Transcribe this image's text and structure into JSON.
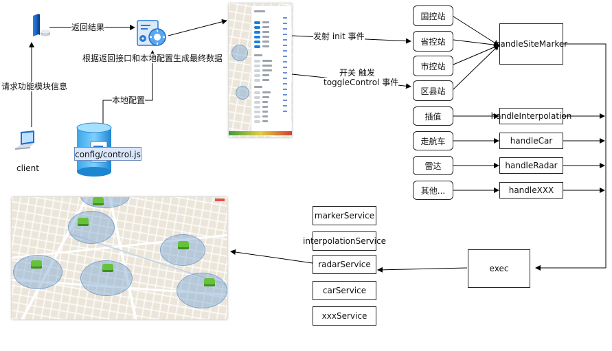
{
  "left": {
    "client_label": "client",
    "request_label": "请求功能模块信息",
    "return_label": "返回结果",
    "merge_label": "根据返回接口和本地配置生成最终数据",
    "local_config_label": "本地配置",
    "config_file": "config/control.js"
  },
  "events": {
    "init_event": "发射 init 事件",
    "toggle_line1": "开关 触发",
    "toggle_line2": "toggleControl 事件"
  },
  "sites": [
    "国控站",
    "省控站",
    "市控站",
    "区县站"
  ],
  "site_handler": "handleSiteMarker",
  "modules": [
    {
      "name": "插值",
      "handler": "handleInterpolation"
    },
    {
      "name": "走航车",
      "handler": "handleCar"
    },
    {
      "name": "雷达",
      "handler": "handleRadar"
    },
    {
      "name": "其他...",
      "handler": "handleXXX"
    }
  ],
  "exec_label": "exec",
  "services": [
    "markerService",
    "interpolationService",
    "radarService",
    "carService",
    "xxxService"
  ],
  "colors": {
    "accent_blue": "#1e7fd8",
    "marker_green": "#66c23a",
    "radar_blue": "#78a5d2"
  },
  "icons": [
    "server-icon",
    "laptop-icon",
    "settings-document-icon",
    "database-icon"
  ]
}
